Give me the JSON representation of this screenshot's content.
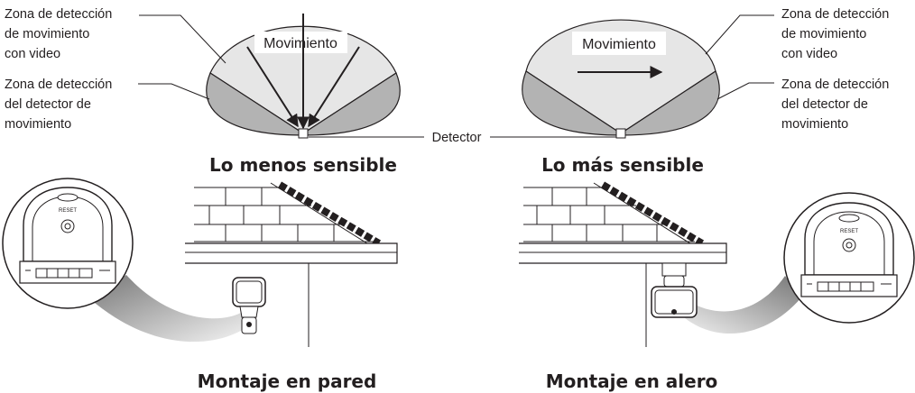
{
  "left_diagram": {
    "motion_label": "Movimiento",
    "video_zone_label": [
      "Zona de detección",
      "de movimiento",
      "con video"
    ],
    "detector_zone_label": [
      "Zona de detección",
      "del detector de",
      "movimiento"
    ],
    "title": "Lo menos sensible"
  },
  "right_diagram": {
    "motion_label": "Movimiento",
    "video_zone_label": [
      "Zona de detección",
      "de movimiento",
      "con video"
    ],
    "detector_zone_label": [
      "Zona de detección",
      "del detector de",
      "movimiento"
    ],
    "title": "Lo más sensible"
  },
  "detector_label": "Detector",
  "wall_mount": {
    "title": "Montaje en pared",
    "reset_text": "RESET"
  },
  "eave_mount": {
    "title": "Montaje en alero",
    "reset_text": "RESET"
  },
  "colors": {
    "video_zone": "#e6e6e6",
    "detector_zone": "#b3b3b3",
    "callout_gradient_dark": "#777777",
    "callout_gradient_light": "#f2f2f2",
    "ink": "#231f20"
  }
}
